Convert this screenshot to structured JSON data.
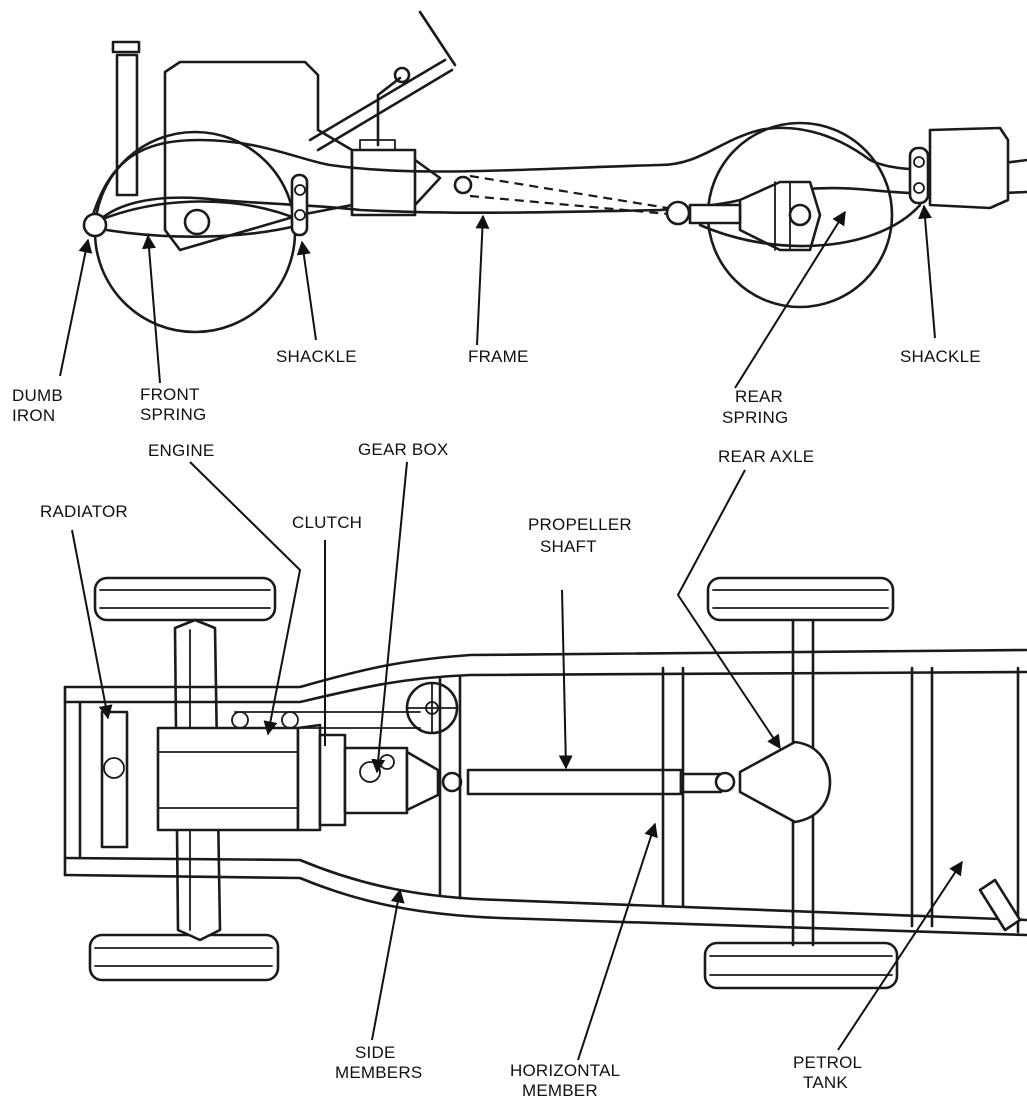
{
  "labels": {
    "dumb_iron_1": "DUMB",
    "dumb_iron_2": "IRON",
    "front_spring_1": "FRONT",
    "front_spring_2": "SPRING",
    "shackle_front": "SHACKLE",
    "frame": "FRAME",
    "rear_spring_1": "REAR",
    "rear_spring_2": "SPRING",
    "shackle_rear": "SHACKLE",
    "engine": "ENGINE",
    "radiator": "RADIATOR",
    "clutch": "CLUTCH",
    "gear_box": "GEAR BOX",
    "propeller_shaft_1": "PROPELLER",
    "propeller_shaft_2": "SHAFT",
    "rear_axle": "REAR AXLE",
    "side_members_1": "SIDE",
    "side_members_2": "MEMBERS",
    "horizontal_member_1": "HORIZONTAL",
    "horizontal_member_2": "MEMBER",
    "petrol_tank_1": "PETROL",
    "petrol_tank_2": "TANK"
  }
}
